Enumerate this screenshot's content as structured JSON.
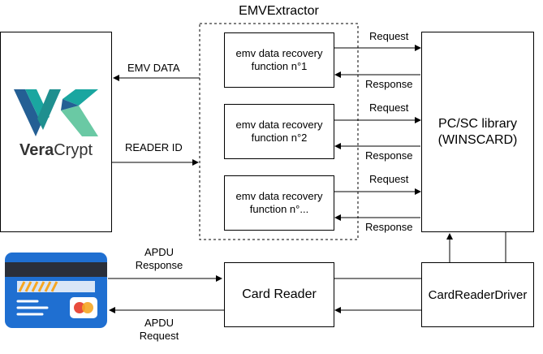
{
  "extractor": {
    "title": "EMVExtractor",
    "functions": [
      {
        "line1": "emv data recovery",
        "line2": "function n°1"
      },
      {
        "line1": "emv data recovery",
        "line2": "function n°2"
      },
      {
        "line1": "emv data recovery",
        "line2": "function n°..."
      }
    ]
  },
  "veracrypt": {
    "logo_text_bold": "Vera",
    "logo_text": "Crypt",
    "colors": {
      "teal": "#1aa6a0",
      "blue": "#245f94",
      "green": "#6ac9a4"
    }
  },
  "pcsc": {
    "line1": "PC/SC library",
    "line2": "(WINSCARD)"
  },
  "card_reader": {
    "label": "Card Reader"
  },
  "driver": {
    "label": "CardReaderDriver"
  },
  "labels": {
    "emv_data": "EMV DATA",
    "reader_id": "READER ID",
    "request": "Request",
    "response": "Response",
    "apdu_response_1": "APDU",
    "apdu_response_2": "Response",
    "apdu_request_1": "APDU",
    "apdu_request_2": "Request"
  },
  "card": {
    "colors": {
      "body": "#1f6fd1",
      "stripe": "#2a2f3a",
      "accent": "#f5a623"
    }
  }
}
